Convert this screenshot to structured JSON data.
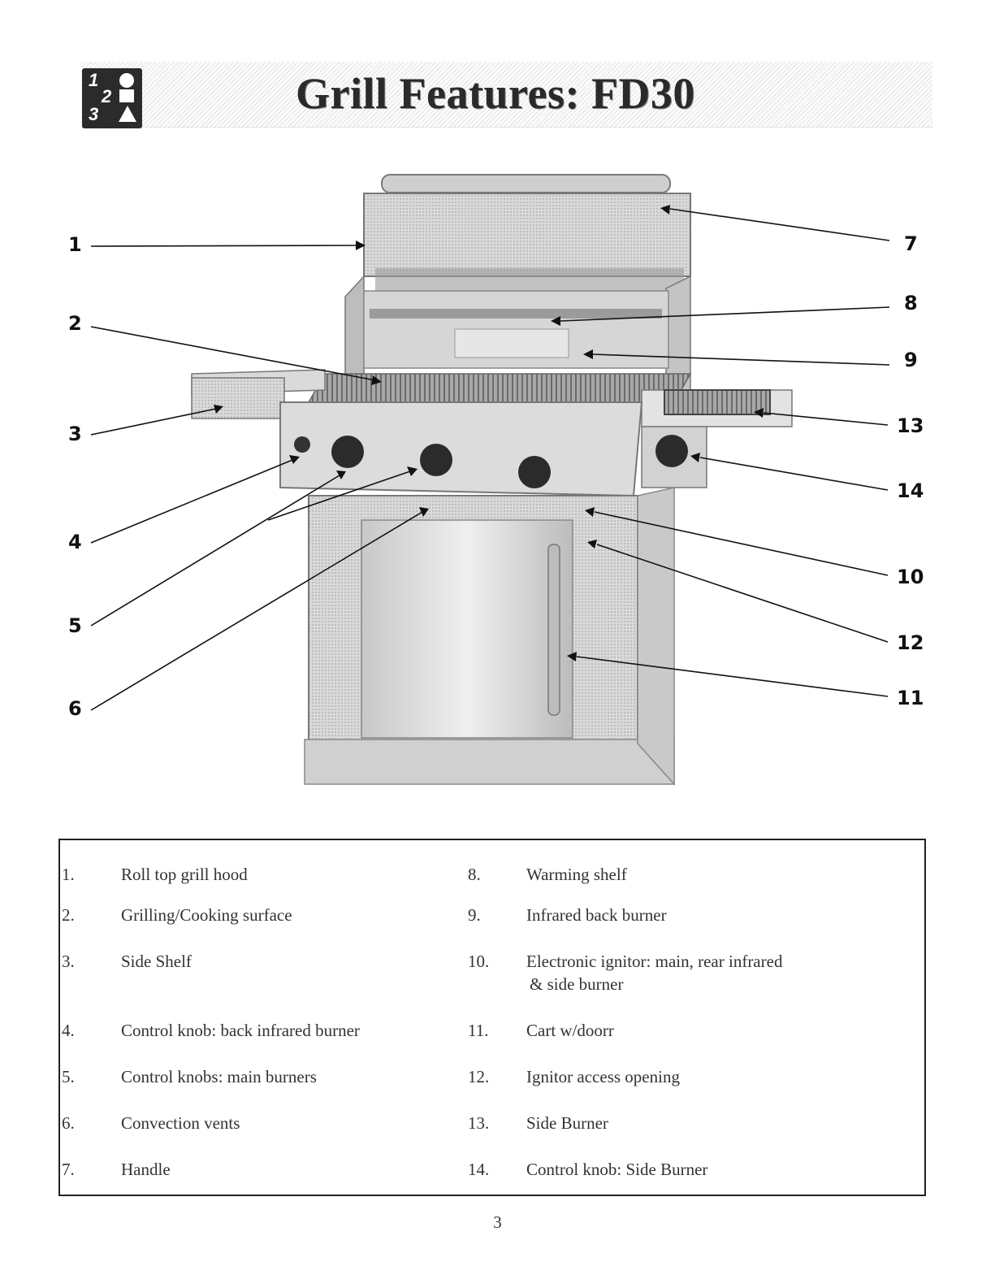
{
  "header": {
    "title": "Grill Features: FD30",
    "icon": "numbered-steps-icon",
    "icon_digits": [
      "1",
      "2",
      "3"
    ]
  },
  "callouts": [
    "1",
    "2",
    "3",
    "4",
    "5",
    "6",
    "7",
    "8",
    "9",
    "10",
    "11",
    "12",
    "13",
    "14"
  ],
  "legend": {
    "left": [
      {
        "num": "1.",
        "text": "Roll top grill hood"
      },
      {
        "num": "2.",
        "text": "Grilling/Cooking surface"
      },
      {
        "num": "3.",
        "text": "Side Shelf"
      },
      {
        "num": "4.",
        "text": "Control knob: back infrared burner"
      },
      {
        "num": "5.",
        "text": "Control knobs: main burners"
      },
      {
        "num": "6.",
        "text": "Convection vents"
      },
      {
        "num": "7.",
        "text": "Handle"
      }
    ],
    "right": [
      {
        "num": "8.",
        "text": "Warming shelf"
      },
      {
        "num": "9.",
        "text": "Infrared back burner"
      },
      {
        "num": "10.",
        "text": "Electronic ignitor: main, rear infrared",
        "text2": "& side burner"
      },
      {
        "num": "11.",
        "text": "Cart w/doorr"
      },
      {
        "num": "12.",
        "text": "Ignitor access opening"
      },
      {
        "num": "13.",
        "text": "Side Burner"
      },
      {
        "num": "14.",
        "text": "Control knob: Side Burner"
      }
    ]
  },
  "page_number": "3"
}
